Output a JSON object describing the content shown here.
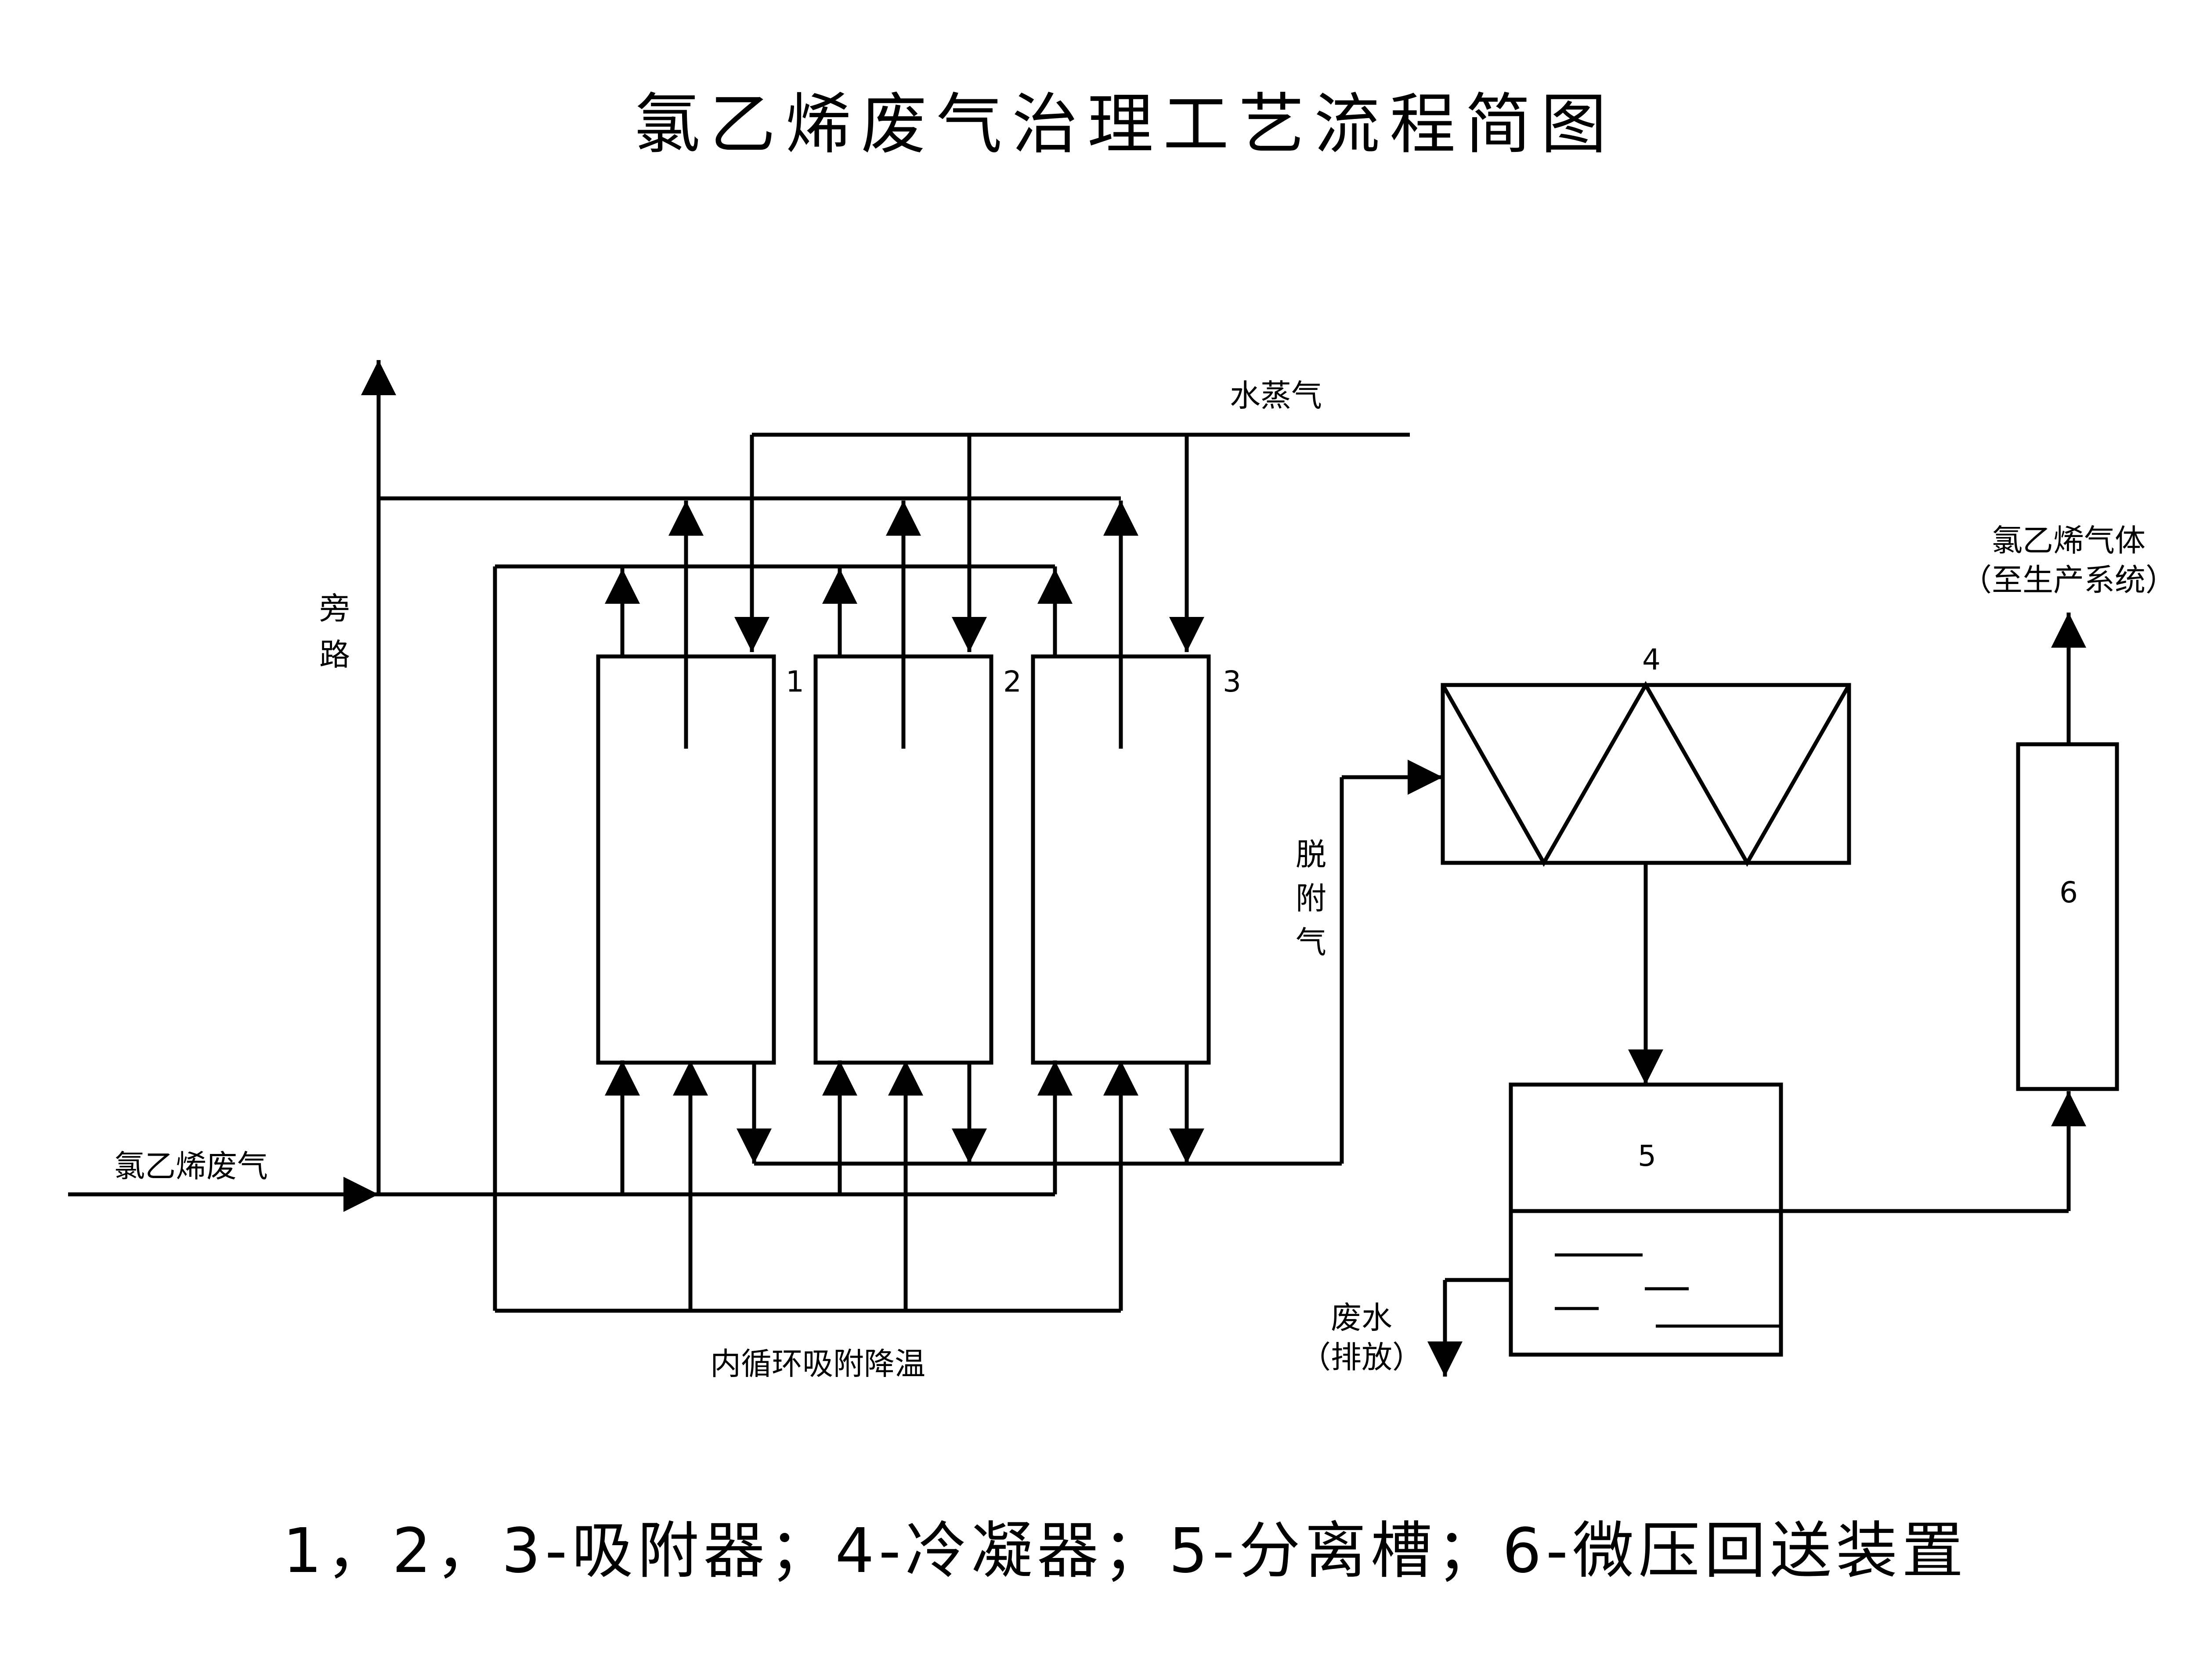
{
  "title": "氯乙烯废气治理工艺流程简图",
  "caption": "1，2，3-吸附器；4-冷凝器；5-分离槽；6-微压回送装置",
  "labels": {
    "inlet": "氯乙烯废气",
    "bypass_1": "旁",
    "bypass_2": "路",
    "steam": "水蒸气",
    "desorb_1": "脱",
    "desorb_2": "附",
    "desorb_3": "气",
    "recycle": "内循环吸附降温",
    "product_1": "氯乙烯气体",
    "product_2": "（至生产系统）",
    "wastewater_1": "废水",
    "wastewater_2": "（排放）"
  },
  "units": {
    "adsorber_1": "1",
    "adsorber_2": "2",
    "adsorber_3": "3",
    "condenser": "4",
    "separator": "5",
    "booster": "6"
  }
}
